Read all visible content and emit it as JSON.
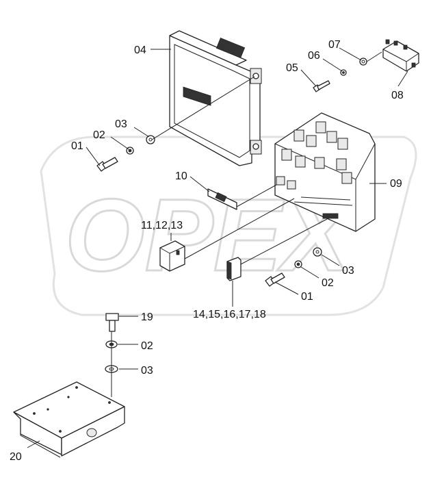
{
  "watermark": {
    "text": "OPEX"
  },
  "callouts": [
    {
      "id": "04",
      "text": "04"
    },
    {
      "id": "03a",
      "text": "03"
    },
    {
      "id": "02a",
      "text": "02"
    },
    {
      "id": "01a",
      "text": "01"
    },
    {
      "id": "07",
      "text": "07"
    },
    {
      "id": "06",
      "text": "06"
    },
    {
      "id": "05",
      "text": "05"
    },
    {
      "id": "08",
      "text": "08"
    },
    {
      "id": "10",
      "text": "10"
    },
    {
      "id": "09",
      "text": "09"
    },
    {
      "id": "11-13",
      "text": "11,12,13"
    },
    {
      "id": "03b",
      "text": "03"
    },
    {
      "id": "02b",
      "text": "02"
    },
    {
      "id": "01b",
      "text": "01"
    },
    {
      "id": "14-18",
      "text": "14,15,16,17,18"
    },
    {
      "id": "19",
      "text": "19"
    },
    {
      "id": "02c",
      "text": "02"
    },
    {
      "id": "03c",
      "text": "03"
    },
    {
      "id": "20",
      "text": "20"
    }
  ]
}
